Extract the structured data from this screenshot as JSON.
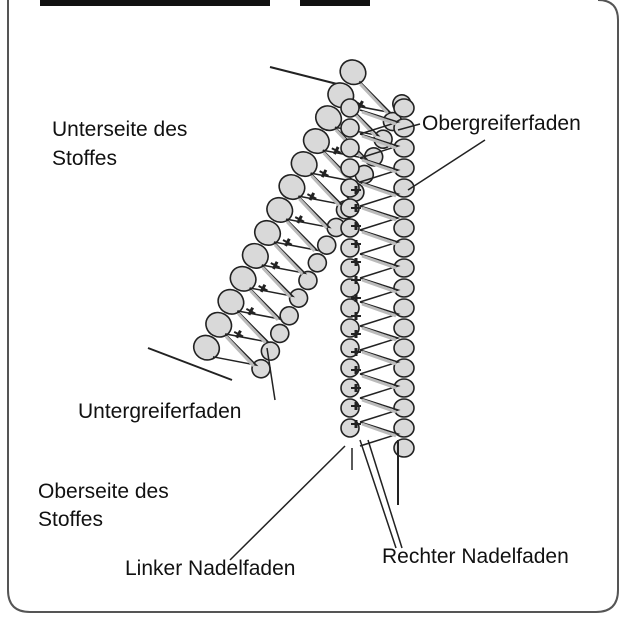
{
  "header": {
    "partial_title": "... - Nähweise für Kettstich-Overlock (teilweise sichtbar)"
  },
  "labels": {
    "underside_line1": "Unterseite des",
    "underside_line2": "Stoffes",
    "upper_looper_thread": "Obergreiferfaden",
    "lower_looper_thread": "Untergreiferfaden",
    "topside_line1": "Oberseite des",
    "topside_line2": "Stoffes",
    "left_needle_thread": "Linker Nadelfaden",
    "right_needle_thread": "Rechter Nadelfaden"
  },
  "colors": {
    "stroke": "#222222",
    "thread_fill": "#d9d9d9",
    "panel_border": "#444444"
  }
}
